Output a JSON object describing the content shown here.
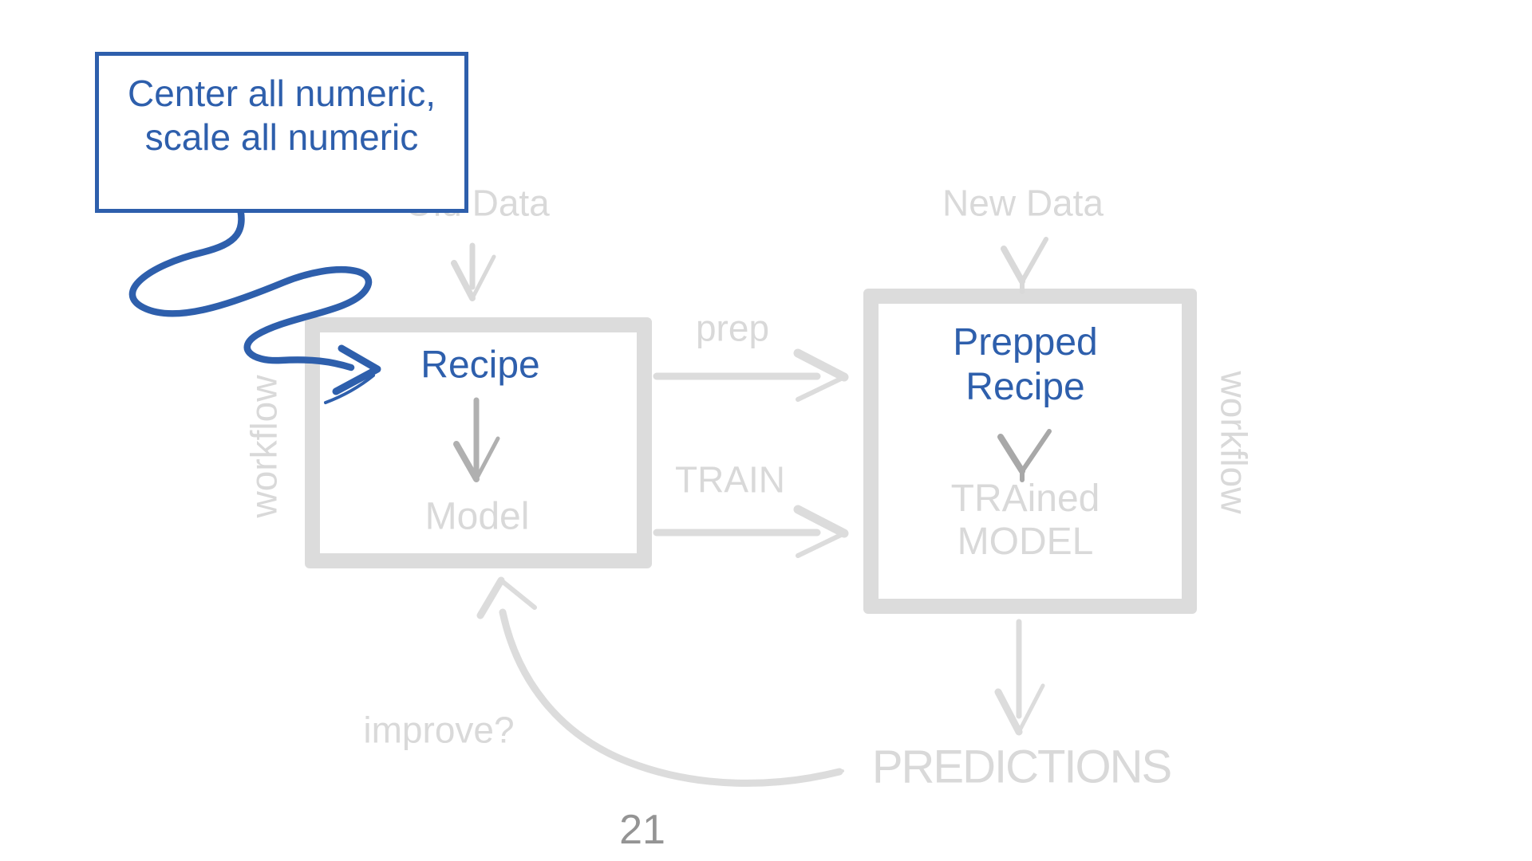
{
  "slide": {
    "page_number": "21",
    "annotation": {
      "line1": "Center all numeric,",
      "line2": "scale all numeric"
    },
    "left_flow": {
      "input_label": "Old Data",
      "box_primary_label": "Recipe",
      "box_secondary_label": "Model",
      "side_label": "workflow"
    },
    "right_flow": {
      "input_label": "New Data",
      "box_primary_line1": "Prepped",
      "box_primary_line2": "Recipe",
      "box_secondary_line1": "TRAined",
      "box_secondary_line2": "MODEL",
      "side_label": "workflow",
      "output_label": "PREDICTIONS"
    },
    "edges": {
      "prep_label": "prep",
      "train_label": "TRAIN",
      "improve_label": "improve?"
    },
    "colors": {
      "accent_blue": "#2e5fac",
      "light_gray": "#d9d9d9",
      "border_gray": "#dcdcdc",
      "mid_gray": "#b0b0b0",
      "page_number_gray": "#949494"
    }
  }
}
